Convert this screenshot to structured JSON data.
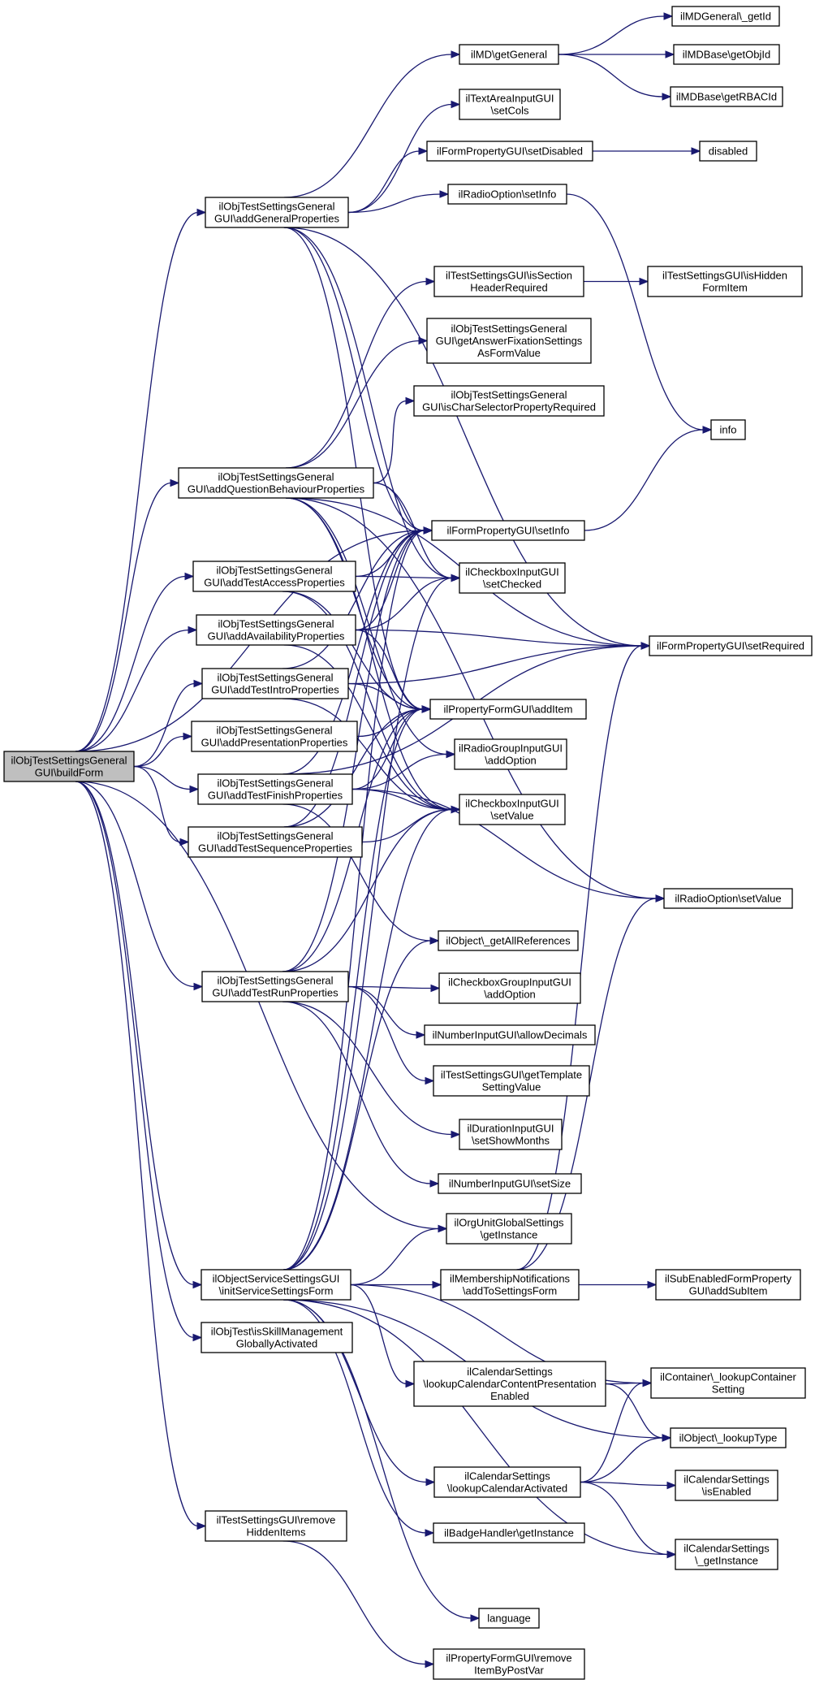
{
  "diagram": {
    "edge_color": "#191970",
    "root_fill": "#bfbfbf",
    "nodes": [
      {
        "id": "root",
        "label": [
          "ilObjTestSettingsGeneral",
          "GUI\\buildForm"
        ],
        "root": true
      },
      {
        "id": "addGeneral",
        "label": [
          "ilObjTestSettingsGeneral",
          "GUI\\addGeneralProperties"
        ]
      },
      {
        "id": "addQuestionBehaviour",
        "label": [
          "ilObjTestSettingsGeneral",
          "GUI\\addQuestionBehaviourProperties"
        ]
      },
      {
        "id": "addTestAccess",
        "label": [
          "ilObjTestSettingsGeneral",
          "GUI\\addTestAccessProperties"
        ]
      },
      {
        "id": "addAvailability",
        "label": [
          "ilObjTestSettingsGeneral",
          "GUI\\addAvailabilityProperties"
        ]
      },
      {
        "id": "addTestIntro",
        "label": [
          "ilObjTestSettingsGeneral",
          "GUI\\addTestIntroProperties"
        ]
      },
      {
        "id": "addPresentation",
        "label": [
          "ilObjTestSettingsGeneral",
          "GUI\\addPresentationProperties"
        ]
      },
      {
        "id": "addTestFinish",
        "label": [
          "ilObjTestSettingsGeneral",
          "GUI\\addTestFinishProperties"
        ]
      },
      {
        "id": "addTestSequence",
        "label": [
          "ilObjTestSettingsGeneral",
          "GUI\\addTestSequenceProperties"
        ]
      },
      {
        "id": "addTestRun",
        "label": [
          "ilObjTestSettingsGeneral",
          "GUI\\addTestRunProperties"
        ]
      },
      {
        "id": "initService",
        "label": [
          "ilObjectServiceSettingsGUI",
          "\\initServiceSettingsForm"
        ]
      },
      {
        "id": "isSkillMgmt",
        "label": [
          "ilObjTest\\isSkillManagement",
          "GloballyActivated"
        ]
      },
      {
        "id": "removeHidden",
        "label": [
          "ilTestSettingsGUI\\remove",
          "HiddenItems"
        ]
      },
      {
        "id": "getGeneral",
        "label": [
          "ilMD\\getGeneral"
        ]
      },
      {
        "id": "textAreaSetCols",
        "label": [
          "ilTextAreaInputGUI",
          "\\setCols"
        ]
      },
      {
        "id": "formPropSetDisabled",
        "label": [
          "ilFormPropertyGUI\\setDisabled"
        ]
      },
      {
        "id": "radioOptionSetInfo",
        "label": [
          "ilRadioOption\\setInfo"
        ]
      },
      {
        "id": "isSectionHeaderRequired",
        "label": [
          "ilTestSettingsGUI\\isSection",
          "HeaderRequired"
        ]
      },
      {
        "id": "getAnswerFixation",
        "label": [
          "ilObjTestSettingsGeneral",
          "GUI\\getAnswerFixationSettings",
          "AsFormValue"
        ]
      },
      {
        "id": "isCharSelector",
        "label": [
          "ilObjTestSettingsGeneral",
          "GUI\\isCharSelectorPropertyRequired"
        ]
      },
      {
        "id": "formPropSetInfo",
        "label": [
          "ilFormPropertyGUI\\setInfo"
        ]
      },
      {
        "id": "checkboxSetChecked",
        "label": [
          "ilCheckboxInputGUI",
          "\\setChecked"
        ]
      },
      {
        "id": "propFormAddItem",
        "label": [
          "ilPropertyFormGUI\\addItem"
        ]
      },
      {
        "id": "radioGroupAddOption",
        "label": [
          "ilRadioGroupInputGUI",
          "\\addOption"
        ]
      },
      {
        "id": "checkboxSetValue",
        "label": [
          "ilCheckboxInputGUI",
          "\\setValue"
        ]
      },
      {
        "id": "objectGetAllRefs",
        "label": [
          "ilObject\\_getAllReferences"
        ]
      },
      {
        "id": "checkboxGroupAddOption",
        "label": [
          "ilCheckboxGroupInputGUI",
          "\\addOption"
        ]
      },
      {
        "id": "numberAllowDecimals",
        "label": [
          "ilNumberInputGUI\\allowDecimals"
        ]
      },
      {
        "id": "getTemplateSetting",
        "label": [
          "ilTestSettingsGUI\\getTemplate",
          "SettingValue"
        ]
      },
      {
        "id": "durationSetShowMonths",
        "label": [
          "ilDurationInputGUI",
          "\\setShowMonths"
        ]
      },
      {
        "id": "numberSetSize",
        "label": [
          "ilNumberInputGUI\\setSize"
        ]
      },
      {
        "id": "orgUnitGetInstance",
        "label": [
          "ilOrgUnitGlobalSettings",
          "\\getInstance"
        ]
      },
      {
        "id": "membershipAddToSettings",
        "label": [
          "ilMembershipNotifications",
          "\\addToSettingsForm"
        ]
      },
      {
        "id": "calendarLookupCCP",
        "label": [
          "ilCalendarSettings",
          "\\lookupCalendarContentPresentation",
          "Enabled"
        ]
      },
      {
        "id": "calendarLookupActivated",
        "label": [
          "ilCalendarSettings",
          "\\lookupCalendarActivated"
        ]
      },
      {
        "id": "badgeGetInstance",
        "label": [
          "ilBadgeHandler\\getInstance"
        ]
      },
      {
        "id": "language",
        "label": [
          "language"
        ]
      },
      {
        "id": "removeItemByPostVar",
        "label": [
          "ilPropertyFormGUI\\remove",
          "ItemByPostVar"
        ]
      },
      {
        "id": "mdGeneralGetId",
        "label": [
          "ilMDGeneral\\_getId"
        ]
      },
      {
        "id": "mdBaseGetObjId",
        "label": [
          "ilMDBase\\getObjId"
        ]
      },
      {
        "id": "mdBaseGetRBACId",
        "label": [
          "ilMDBase\\getRBACId"
        ]
      },
      {
        "id": "disabled",
        "label": [
          "disabled"
        ]
      },
      {
        "id": "isHiddenFormItem",
        "label": [
          "ilTestSettingsGUI\\isHidden",
          "FormItem"
        ]
      },
      {
        "id": "info",
        "label": [
          "info"
        ]
      },
      {
        "id": "formPropSetRequired",
        "label": [
          "ilFormPropertyGUI\\setRequired"
        ]
      },
      {
        "id": "radioOptionSetValue",
        "label": [
          "ilRadioOption\\setValue"
        ]
      },
      {
        "id": "subEnabledAddSubItem",
        "label": [
          "ilSubEnabledFormProperty",
          "GUI\\addSubItem"
        ]
      },
      {
        "id": "containerLookup",
        "label": [
          "ilContainer\\_lookupContainer",
          "Setting"
        ]
      },
      {
        "id": "objectLookupType",
        "label": [
          "ilObject\\_lookupType"
        ]
      },
      {
        "id": "calendarIsEnabled",
        "label": [
          "ilCalendarSettings",
          "\\isEnabled"
        ]
      },
      {
        "id": "calendarGetInstance",
        "label": [
          "ilCalendarSettings",
          "\\_getInstance"
        ]
      }
    ],
    "edges": [
      [
        "root",
        "addGeneral"
      ],
      [
        "root",
        "addQuestionBehaviour"
      ],
      [
        "root",
        "addTestAccess"
      ],
      [
        "root",
        "addAvailability"
      ],
      [
        "root",
        "addTestIntro"
      ],
      [
        "root",
        "addPresentation"
      ],
      [
        "root",
        "addTestFinish"
      ],
      [
        "root",
        "addTestSequence"
      ],
      [
        "root",
        "addTestRun"
      ],
      [
        "root",
        "initService"
      ],
      [
        "root",
        "isSkillMgmt"
      ],
      [
        "root",
        "removeHidden"
      ],
      [
        "root",
        "formPropSetInfo"
      ],
      [
        "root",
        "orgUnitGetInstance"
      ],
      [
        "addGeneral",
        "getGeneral"
      ],
      [
        "addGeneral",
        "textAreaSetCols"
      ],
      [
        "addGeneral",
        "formPropSetDisabled"
      ],
      [
        "addGeneral",
        "radioOptionSetInfo"
      ],
      [
        "addGeneral",
        "formPropSetInfo"
      ],
      [
        "addGeneral",
        "propFormAddItem"
      ],
      [
        "addGeneral",
        "checkboxSetChecked"
      ],
      [
        "addGeneral",
        "formPropSetRequired"
      ],
      [
        "getGeneral",
        "mdGeneralGetId"
      ],
      [
        "getGeneral",
        "mdBaseGetObjId"
      ],
      [
        "getGeneral",
        "mdBaseGetRBACId"
      ],
      [
        "formPropSetDisabled",
        "disabled"
      ],
      [
        "radioOptionSetInfo",
        "info"
      ],
      [
        "addQuestionBehaviour",
        "isSectionHeaderRequired"
      ],
      [
        "addQuestionBehaviour",
        "getAnswerFixation"
      ],
      [
        "addQuestionBehaviour",
        "isCharSelector"
      ],
      [
        "addQuestionBehaviour",
        "formPropSetInfo"
      ],
      [
        "addQuestionBehaviour",
        "checkboxSetChecked"
      ],
      [
        "addQuestionBehaviour",
        "propFormAddItem"
      ],
      [
        "addQuestionBehaviour",
        "radioGroupAddOption"
      ],
      [
        "addQuestionBehaviour",
        "checkboxSetValue"
      ],
      [
        "addQuestionBehaviour",
        "formPropSetRequired"
      ],
      [
        "addQuestionBehaviour",
        "radioOptionSetValue"
      ],
      [
        "isSectionHeaderRequired",
        "isHiddenFormItem"
      ],
      [
        "formPropSetInfo",
        "info"
      ],
      [
        "addTestAccess",
        "formPropSetInfo"
      ],
      [
        "addTestAccess",
        "checkboxSetChecked"
      ],
      [
        "addTestAccess",
        "propFormAddItem"
      ],
      [
        "addTestAccess",
        "checkboxSetValue"
      ],
      [
        "addAvailability",
        "formPropSetInfo"
      ],
      [
        "addAvailability",
        "checkboxSetChecked"
      ],
      [
        "addAvailability",
        "formPropSetRequired"
      ],
      [
        "addAvailability",
        "propFormAddItem"
      ],
      [
        "addAvailability",
        "checkboxSetValue"
      ],
      [
        "addTestIntro",
        "formPropSetRequired"
      ],
      [
        "addTestIntro",
        "propFormAddItem"
      ],
      [
        "addTestIntro",
        "checkboxSetValue"
      ],
      [
        "addTestIntro",
        "formPropSetInfo"
      ],
      [
        "addPresentation",
        "propFormAddItem"
      ],
      [
        "addTestFinish",
        "formPropSetInfo"
      ],
      [
        "addTestFinish",
        "propFormAddItem"
      ],
      [
        "addTestFinish",
        "radioGroupAddOption"
      ],
      [
        "addTestFinish",
        "checkboxSetValue"
      ],
      [
        "addTestFinish",
        "formPropSetRequired"
      ],
      [
        "addTestFinish",
        "radioOptionSetValue"
      ],
      [
        "addTestFinish",
        "objectGetAllRefs"
      ],
      [
        "addTestSequence",
        "checkboxSetValue"
      ],
      [
        "addTestSequence",
        "propFormAddItem"
      ],
      [
        "addTestSequence",
        "formPropSetInfo"
      ],
      [
        "addTestRun",
        "checkboxGroupAddOption"
      ],
      [
        "addTestRun",
        "numberAllowDecimals"
      ],
      [
        "addTestRun",
        "getTemplateSetting"
      ],
      [
        "addTestRun",
        "durationSetShowMonths"
      ],
      [
        "addTestRun",
        "numberSetSize"
      ],
      [
        "addTestRun",
        "checkboxSetValue"
      ],
      [
        "addTestRun",
        "propFormAddItem"
      ],
      [
        "addTestRun",
        "formPropSetInfo"
      ],
      [
        "initService",
        "orgUnitGetInstance"
      ],
      [
        "initService",
        "membershipAddToSettings"
      ],
      [
        "initService",
        "calendarLookupCCP"
      ],
      [
        "initService",
        "calendarLookupActivated"
      ],
      [
        "initService",
        "badgeGetInstance"
      ],
      [
        "initService",
        "language"
      ],
      [
        "initService",
        "containerLookup"
      ],
      [
        "initService",
        "objectLookupType"
      ],
      [
        "initService",
        "calendarGetInstance"
      ],
      [
        "initService",
        "formPropSetInfo"
      ],
      [
        "initService",
        "checkboxSetChecked"
      ],
      [
        "initService",
        "propFormAddItem"
      ],
      [
        "initService",
        "checkboxSetValue"
      ],
      [
        "initService",
        "objectGetAllRefs"
      ],
      [
        "membershipAddToSettings",
        "subEnabledAddSubItem"
      ],
      [
        "membershipAddToSettings",
        "formPropSetRequired"
      ],
      [
        "membershipAddToSettings",
        "radioOptionSetValue"
      ],
      [
        "calendarLookupCCP",
        "containerLookup"
      ],
      [
        "calendarLookupCCP",
        "objectLookupType"
      ],
      [
        "calendarLookupActivated",
        "calendarIsEnabled"
      ],
      [
        "calendarLookupActivated",
        "calendarGetInstance"
      ],
      [
        "calendarLookupActivated",
        "objectLookupType"
      ],
      [
        "calendarLookupActivated",
        "containerLookup"
      ],
      [
        "removeHidden",
        "removeItemByPostVar"
      ]
    ]
  }
}
